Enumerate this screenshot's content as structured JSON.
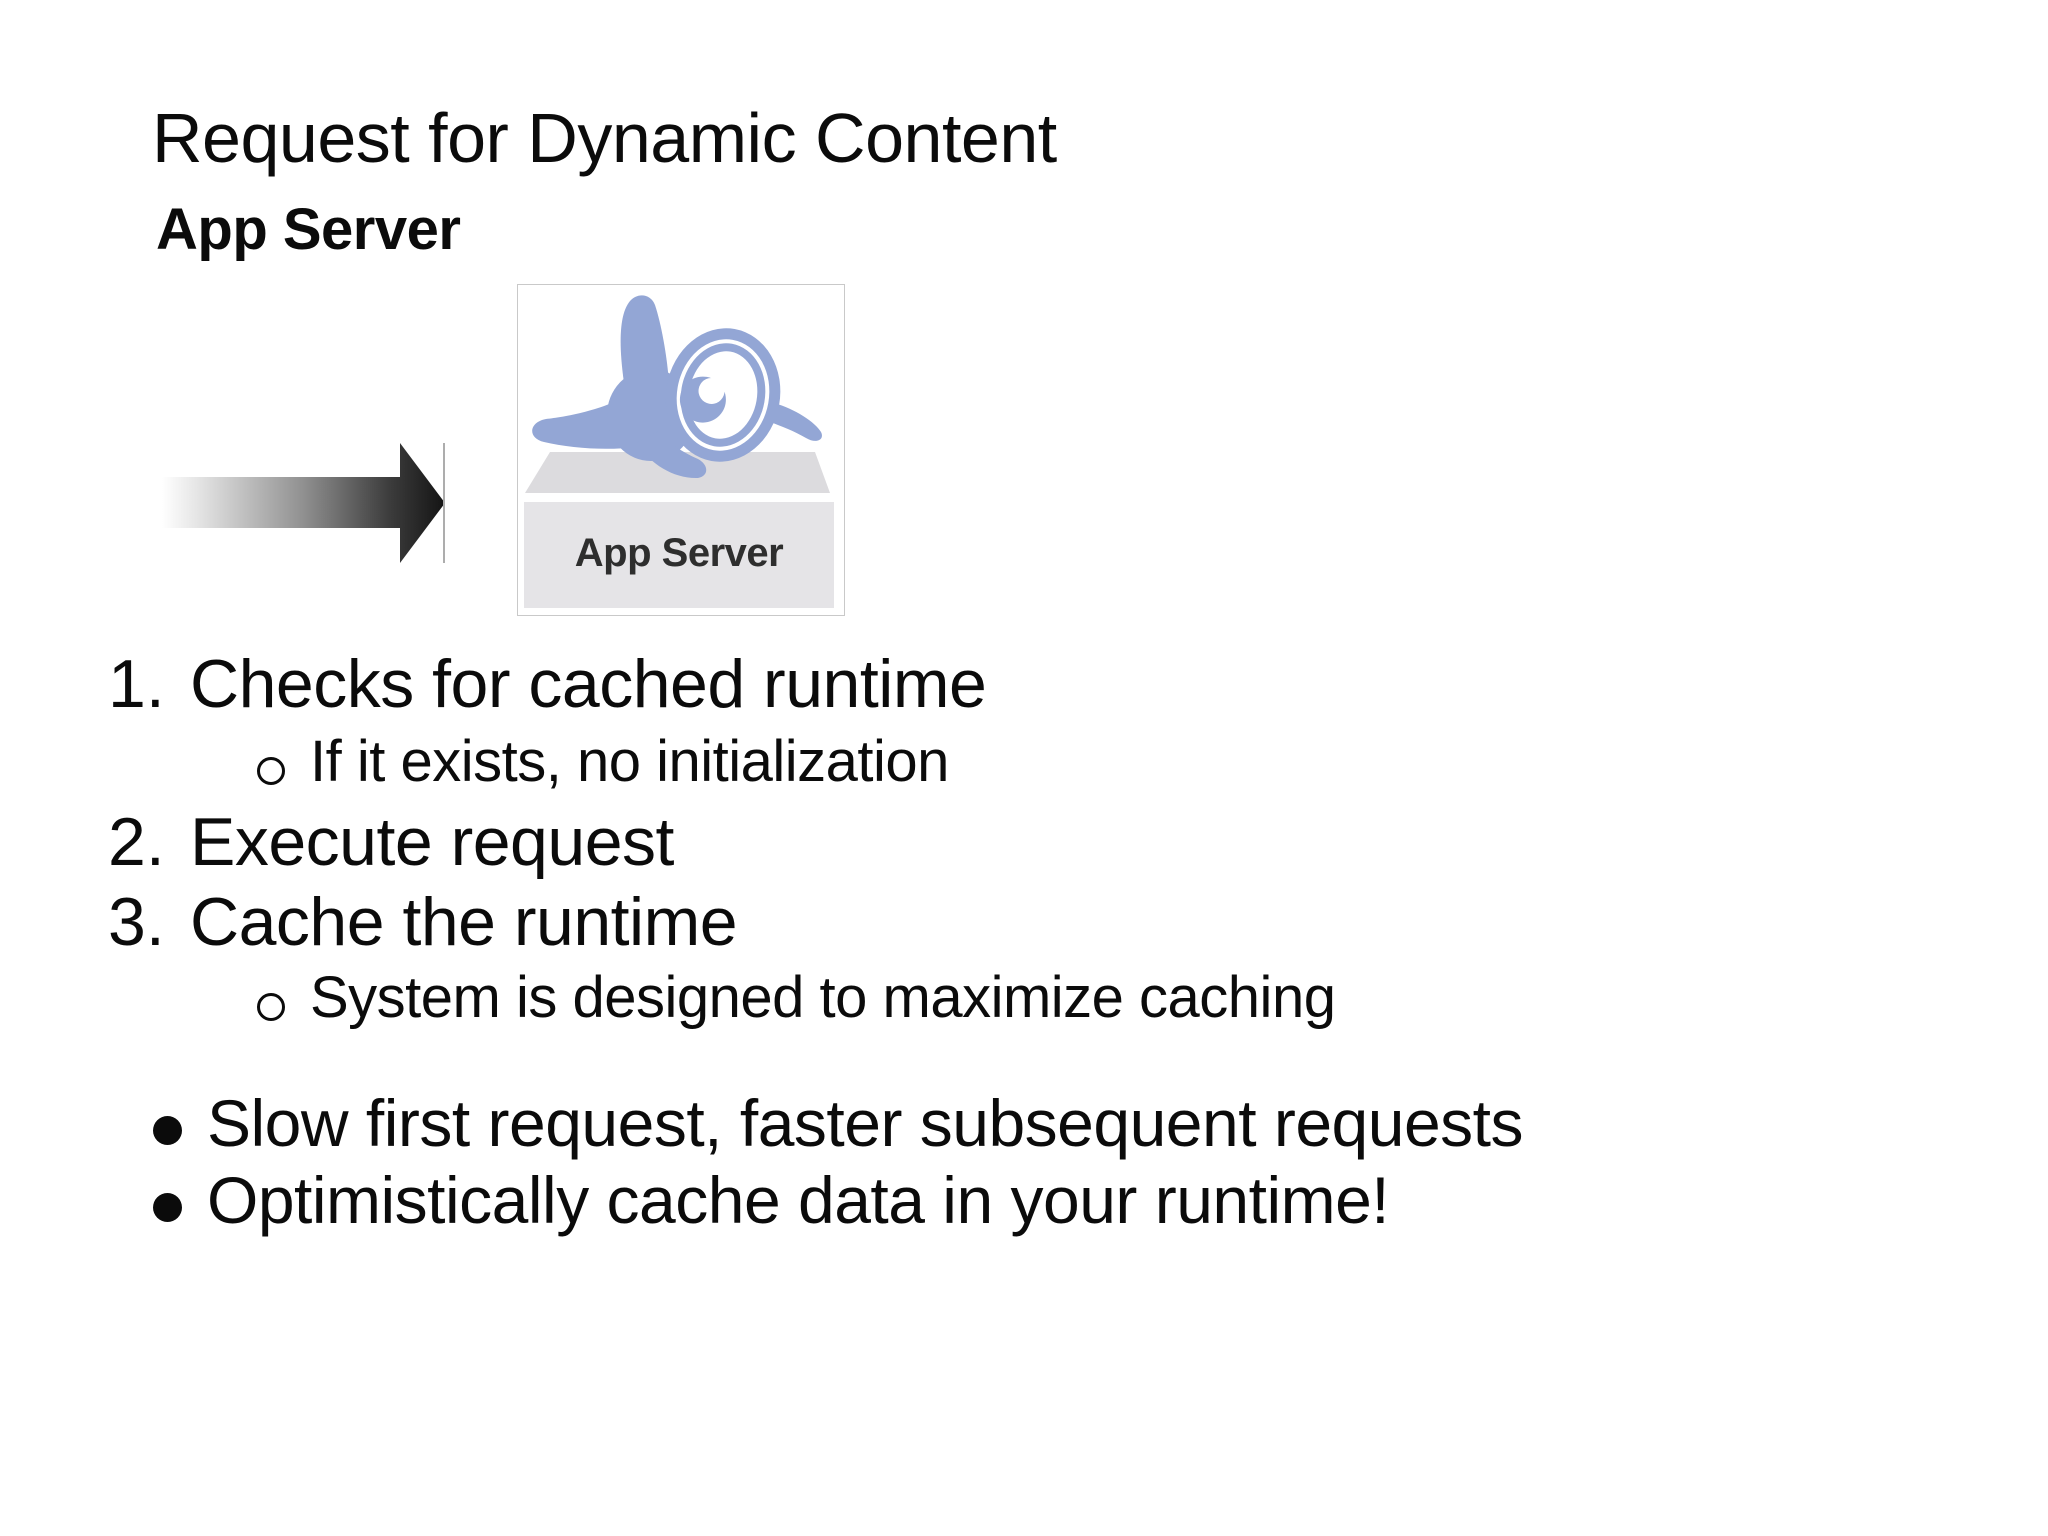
{
  "slide": {
    "title": "Request for Dynamic Content",
    "heading": "App Server",
    "figure": {
      "caption": "App Server",
      "logo": "google-app-engine-logo",
      "colors": {
        "logo_blue": "#93a6d5",
        "pedestal_top": "#dcdbde",
        "pedestal_front": "#e5e4e7",
        "frame_border": "#c9c9c9",
        "caption_text": "#2e2e2e"
      }
    },
    "arrow": {
      "direction": "right",
      "gradient_start": "#ffffff",
      "gradient_end": "#141414",
      "edge_line": "#adadad"
    },
    "steps": [
      {
        "number": "1.",
        "text": "Checks for cached runtime"
      },
      {
        "number": "2.",
        "text": "Execute request"
      },
      {
        "number": "3.",
        "text": "Cache the runtime"
      }
    ],
    "substeps": [
      {
        "text": "If it exists, no initialization"
      },
      {
        "text": "System is designed to maximize caching"
      }
    ],
    "bullets": [
      {
        "text": "Slow first request, faster subsequent requests"
      },
      {
        "text": "Optimistically cache data in your runtime!"
      }
    ],
    "text_color": "#0b0b0b",
    "background_color": "#ffffff"
  }
}
